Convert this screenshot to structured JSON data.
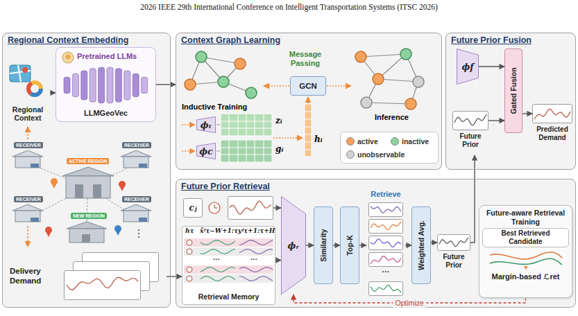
{
  "diagram": {
    "nodes": [
      {
        "text": [
          "Regional Context Embedding"
        ]
      },
      {
        "text": [
          "Pretrained LLMs",
          "LLMGeoVec"
        ],
        "in": 0
      },
      {
        "text": [
          "Regional Context"
        ],
        "in": 0
      },
      {
        "text": [
          "Delivery Demand"
        ],
        "in": 0
      },
      {
        "text": [
          "Context Graph Learning"
        ]
      },
      {
        "text": [
          "GCN"
        ],
        "in": 4
      },
      {
        "text": [
          "ϕₜ"
        ],
        "in": 4
      },
      {
        "text": [
          "ϕc"
        ],
        "in": 4
      },
      {
        "text": [
          "Future Prior Fusion"
        ]
      },
      {
        "text": [
          "ϕf"
        ],
        "in": 8
      },
      {
        "text": [
          "Gated Fusion"
        ],
        "in": 8
      },
      {
        "text": [
          "Future Prior"
        ],
        "in": 8
      },
      {
        "text": [
          "Predicted Demand"
        ],
        "in": 8
      },
      {
        "text": [
          "Future Prior Retrieval"
        ]
      },
      {
        "text": [
          "cⱼ"
        ],
        "in": 13
      },
      {
        "text": [
          "hτ",
          "x̃ʲτ−W+1:τ",
          "yʲτ+1:τ+H",
          "···",
          "···",
          "Retrieval Memory"
        ],
        "in": 13
      },
      {
        "text": [
          "ϕᵣ"
        ],
        "in": 13
      },
      {
        "text": [
          "Similarity"
        ],
        "in": 13
      },
      {
        "text": [
          "Top-K"
        ],
        "in": 13
      },
      {
        "text": [
          "Retrieve",
          "···"
        ],
        "in": 13
      },
      {
        "text": [
          "Weighted Avg."
        ],
        "in": 13
      },
      {
        "text": [
          "Future Prior"
        ],
        "in": 13
      },
      {
        "text": [
          "Future-aware Retrieval Training",
          "Best Retrieved Candidate",
          "Margin-based ℒret"
        ],
        "in": 13
      }
    ],
    "edges": [
      {
        "from": 2,
        "to": 1,
        "arrow": "to"
      },
      {
        "from": 1,
        "to": 4,
        "arrow": "to"
      },
      {
        "from": 3,
        "to": 15,
        "arrow": "to"
      },
      {
        "from": 14,
        "to": 16,
        "arrow": "to"
      },
      {
        "from": 15,
        "to": 16,
        "arrow": "to"
      },
      {
        "from": 16,
        "to": 17,
        "arrow": "to"
      },
      {
        "from": 17,
        "to": 18,
        "arrow": "to"
      },
      {
        "from": 18,
        "to": 19,
        "arrow": "to"
      },
      {
        "from": 19,
        "to": 20,
        "arrow": "to"
      },
      {
        "from": 20,
        "to": 21,
        "arrow": "to"
      },
      {
        "from": 21,
        "to": 11,
        "arrow": "to"
      },
      {
        "from": 9,
        "to": 10,
        "arrow": "to"
      },
      {
        "from": 11,
        "to": 10,
        "arrow": "to"
      },
      {
        "from": 10,
        "to": 12,
        "arrow": "to"
      },
      {
        "from": 22,
        "to": 16,
        "label": "Optimize",
        "arrow": "to"
      }
    ],
    "labels": [
      "2026 IEEE 29th International Conference on Intelligent Transportation Systems (ITSC 2026)",
      "RECEIVER",
      "RECEIVER",
      "ACTIVE REGION",
      "RECEIVER",
      "RECEIVER",
      "NEW REGION",
      "Message Passing",
      "Inductive Training",
      "Inference",
      "zᵢ",
      "gᵢ",
      "hᵢ"
    ],
    "legend": [
      {
        "text": "active",
        "color": "#f5a25d"
      },
      {
        "text": "inactive",
        "color": "#8fd19e"
      },
      {
        "text": "unobservable",
        "color": "#d3d3d3"
      }
    ]
  }
}
